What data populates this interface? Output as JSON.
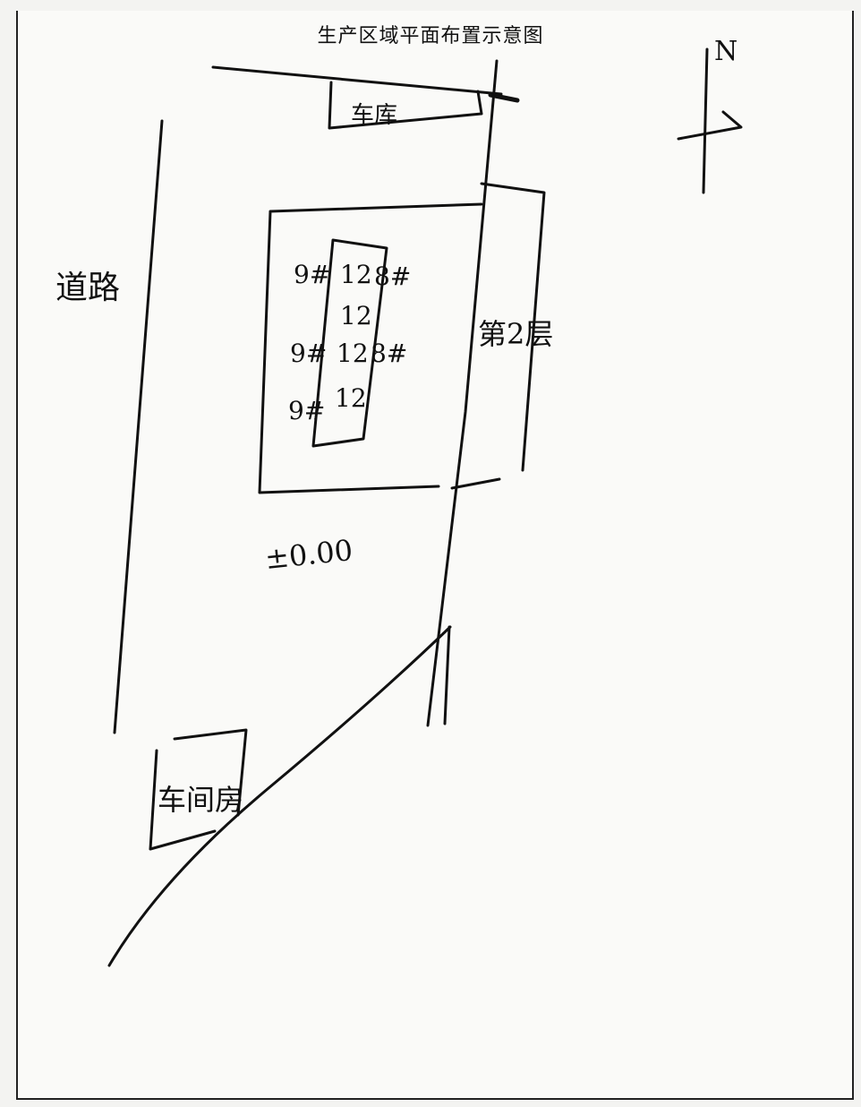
{
  "title": "生产区域平面布置示意图",
  "north_label": "N",
  "road_label": "道路",
  "level_label": "±0.00",
  "buildings": {
    "top": "车库",
    "right": "第2层",
    "bottom_left": "车间房"
  },
  "grid": {
    "rows": [
      {
        "left": "9#",
        "center": "12",
        "right": "8#"
      },
      {
        "left": "",
        "center": "12",
        "right": ""
      },
      {
        "left": "9#",
        "center": "12",
        "right": "8#"
      },
      {
        "left": "9#",
        "center": "12",
        "right": ""
      }
    ]
  }
}
